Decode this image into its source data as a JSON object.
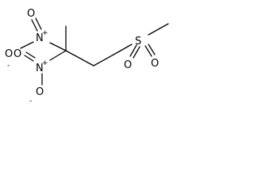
{
  "molecule": {
    "atoms": {
      "nitro_upper_o_minus": "O",
      "nitro_upper_o_minus_charge": "-",
      "nitro_upper_n": "N",
      "nitro_upper_n_charge": "+",
      "nitro_upper_o_double": "O",
      "nitro_lower_n": "N",
      "nitro_lower_n_charge": "+",
      "nitro_lower_o_double": "O",
      "nitro_lower_o_minus": "O",
      "nitro_lower_o_minus_charge": "-",
      "sulfonyl_s": "S",
      "sulfonyl_o_left": "O",
      "sulfonyl_o_right": "O"
    },
    "colors": {
      "bond": "#000000",
      "atom_label": "#000000",
      "background": "#ffffff"
    }
  }
}
